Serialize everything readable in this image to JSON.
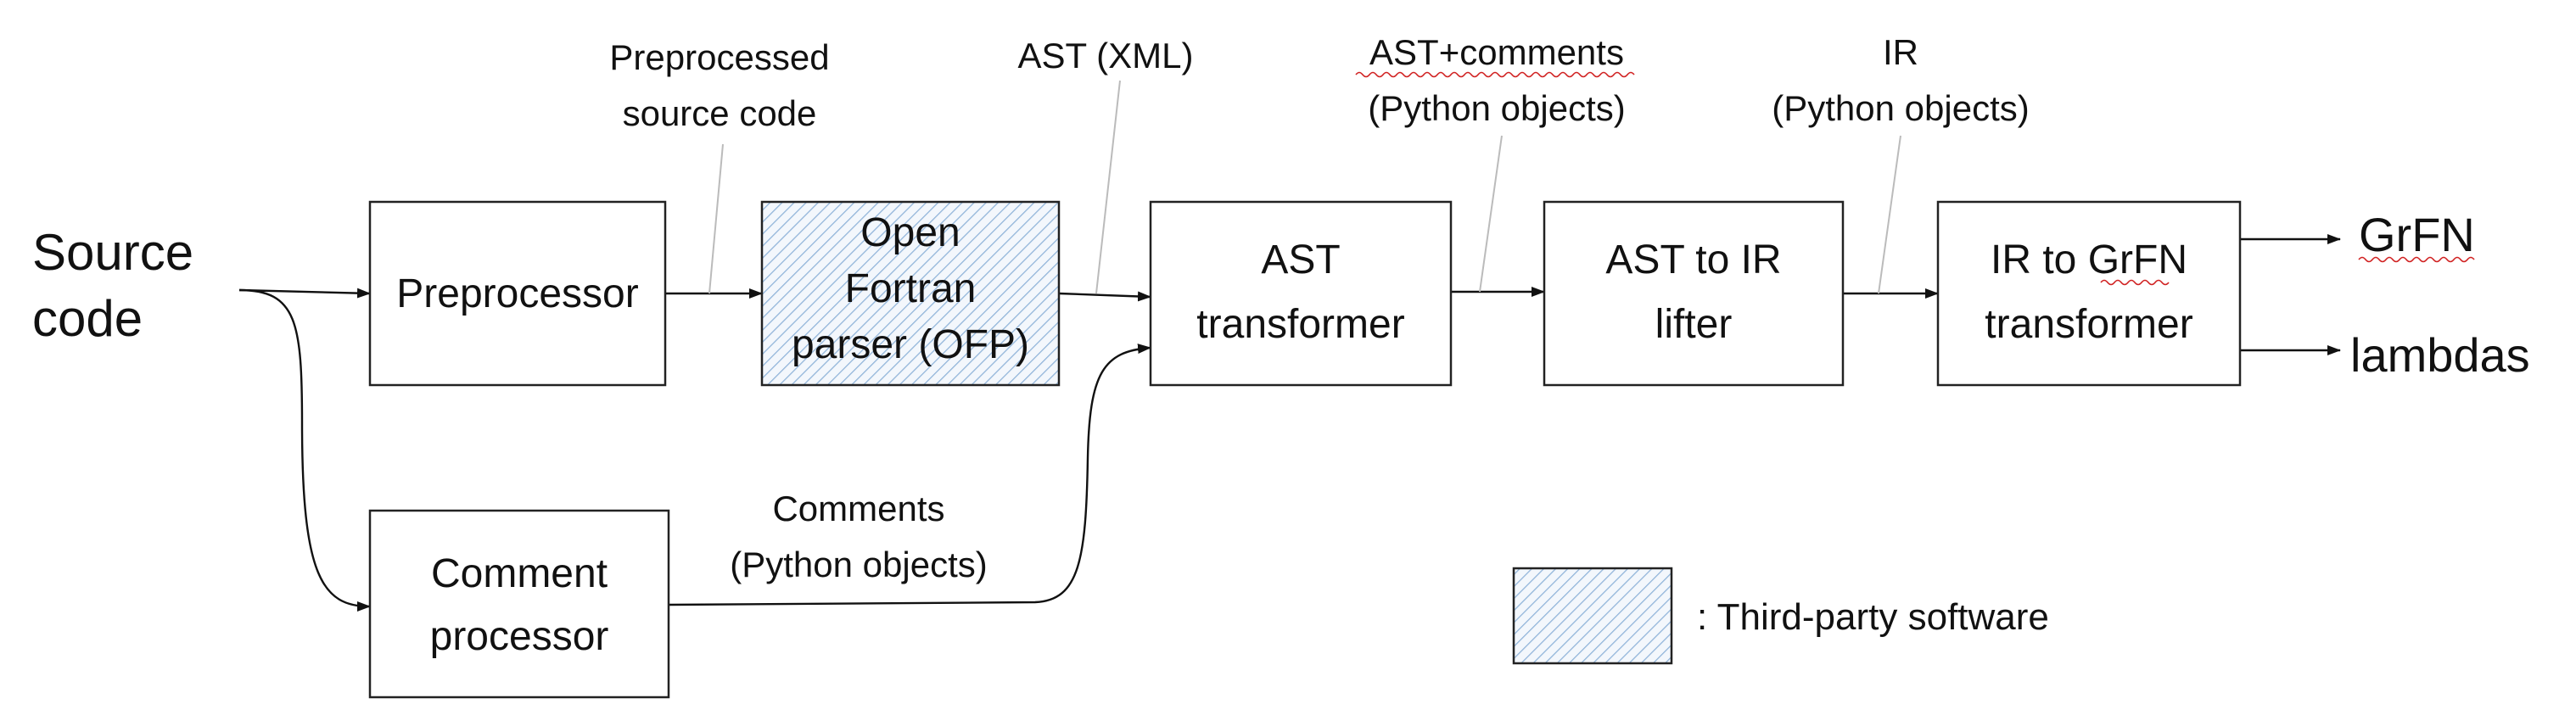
{
  "colors": {
    "hatch_line": "#8fb3d9",
    "hatch_bg": "#f3f7fc",
    "stroke": "#222222",
    "leader": "#bbbbbb",
    "spell_underline": "#d02020"
  },
  "input": {
    "label_line1": "Source",
    "label_line2": "code"
  },
  "nodes": {
    "preprocessor": {
      "line1": "Preprocessor"
    },
    "ofp": {
      "line1": "Open",
      "line2": "Fortran",
      "line3": "parser (OFP)"
    },
    "ast_transformer": {
      "line1": "AST",
      "line2": "transformer"
    },
    "ast_to_ir": {
      "line1": "AST to IR",
      "line2": "lifter"
    },
    "ir_to_grfn": {
      "line1": "IR to GrFN",
      "line2": "transformer"
    },
    "comment_processor": {
      "line1": "Comment",
      "line2": "processor"
    }
  },
  "edge_labels": {
    "preprocessed": {
      "line1": "Preprocessed",
      "line2": "source code"
    },
    "ast_xml": {
      "line1": "AST (XML)"
    },
    "ast_comments": {
      "line1": "AST+comments",
      "line2": "(Python objects)"
    },
    "ir": {
      "line1": "IR",
      "line2": "(Python objects)"
    },
    "comments": {
      "line1": "Comments",
      "line2": "(Python objects)"
    }
  },
  "outputs": {
    "grfn": "GrFN",
    "lambdas": "lambdas"
  },
  "legend": {
    "text": ":  Third-party software"
  }
}
